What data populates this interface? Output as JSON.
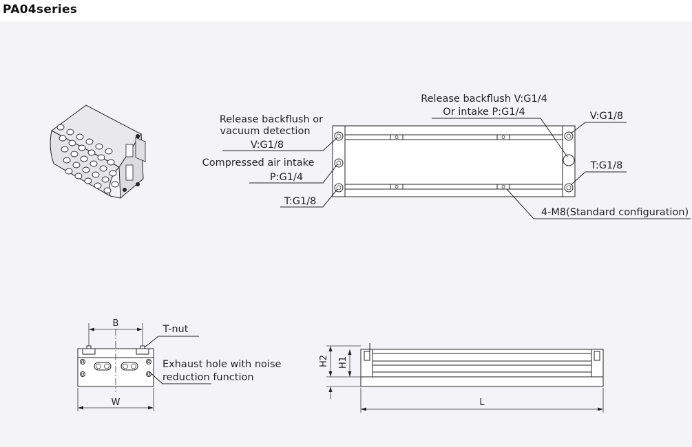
{
  "title": "PA04series",
  "top_view": {
    "left_top_label_1": "Release backflush or",
    "left_top_label_2": "vacuum detection",
    "left_top_label_3": "V:G1/8",
    "left_mid_label_1": "Compressed air intake",
    "left_mid_label_2": "P:G1/4",
    "left_bottom_label": "T:G1/8",
    "right_top_label_1": "Release backflush V:G1/4",
    "right_top_label_2": "Or intake P:G1/4",
    "right_v_label": "V:G1/8",
    "right_t_label": "T:G1/8",
    "bolt_label": "4-M8(Standard configuration)"
  },
  "end_view": {
    "dim_b": "B",
    "dim_w": "W",
    "tnut_label": "T-nut",
    "exhaust_label_1": "Exhaust hole with noise",
    "exhaust_label_2": "reduction function"
  },
  "side_view": {
    "dim_h2": "H2",
    "dim_h1": "H1",
    "dim_l": "L"
  }
}
